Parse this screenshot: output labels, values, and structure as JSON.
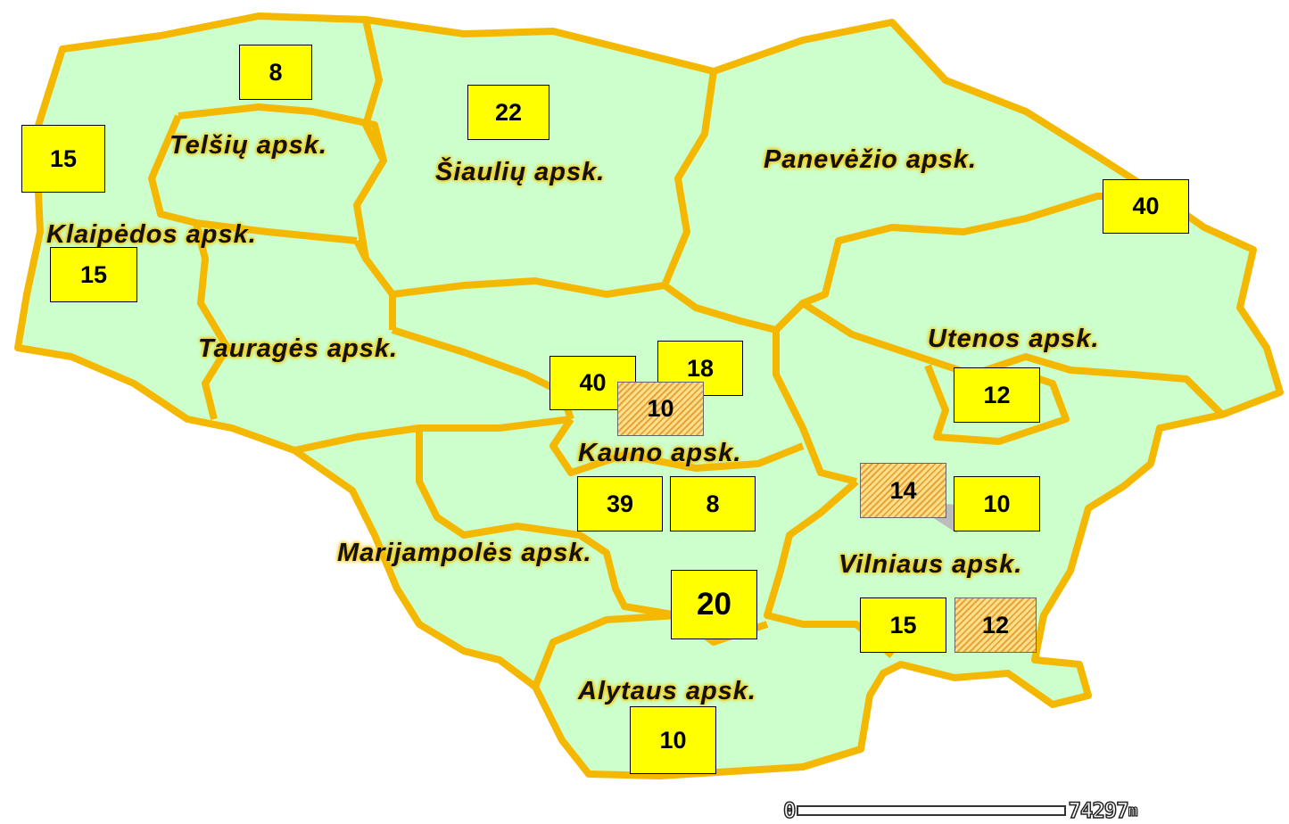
{
  "colors": {
    "land": "#ccffcc",
    "border": "#f5b800",
    "box": "#ffff00"
  },
  "counties": {
    "telsiai": "Telšių apsk.",
    "siauliai": "Šiaulių apsk.",
    "panevezys": "Panevėžio apsk.",
    "klaipeda": "Klaipėdos apsk.",
    "taurage": "Tauragės apsk.",
    "utena": "Utenos apsk.",
    "kaunas": "Kauno apsk.",
    "marijampole": "Marijampolės apsk.",
    "vilnius": "Vilniaus apsk.",
    "alytus": "Alytaus apsk."
  },
  "boxes": {
    "b1": "8",
    "b2": "22",
    "b3": "15",
    "b4": "15",
    "b5": "40",
    "b6": "40",
    "b7": "18",
    "b8": "10",
    "b9": "12",
    "b10": "39",
    "b11": "8",
    "b12": "14",
    "b13": "10",
    "b14": "20",
    "b15": "15",
    "b16": "12",
    "b17": "10"
  },
  "scale": {
    "zero": "0",
    "value": "74297",
    "unit": "m"
  }
}
